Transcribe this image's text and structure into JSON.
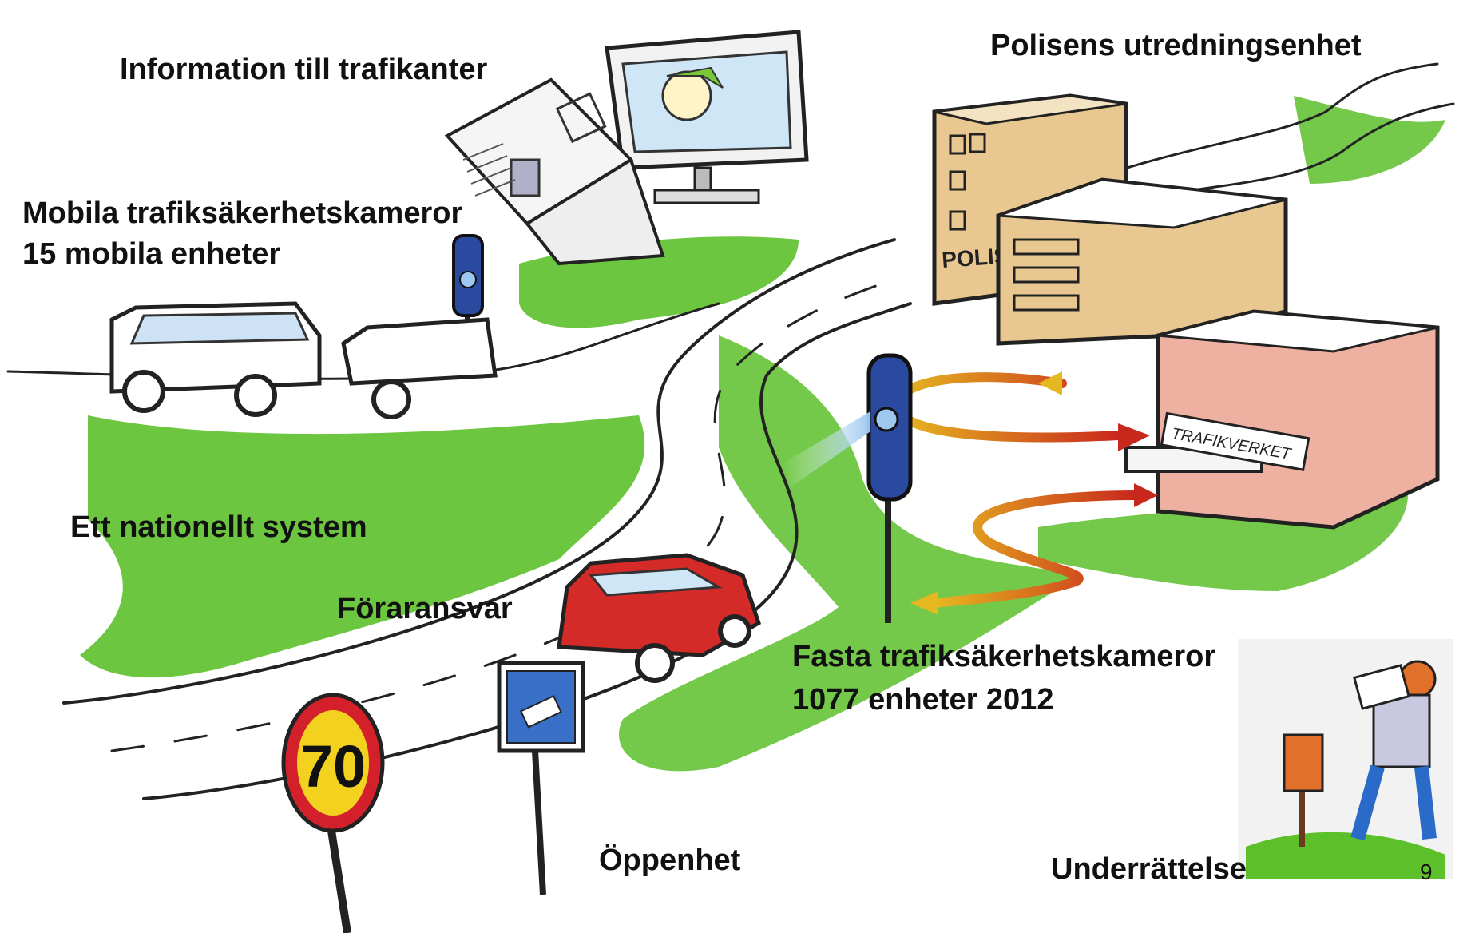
{
  "labels": {
    "information": "Information till trafikanter",
    "polisens": "Polisens utredningsenhet",
    "mobila_line1": "Mobila trafiksäkerhetskameror",
    "mobila_line2": "15 mobila enheter",
    "nationellt": "Ett nationellt system",
    "foraransvar": "Föraransvar",
    "fasta_line1": "Fasta trafiksäkerhetskameror",
    "fasta_line2": "1077 enheter 2012",
    "oppenhet": "Öppenhet",
    "underrattelse": "Underrättelse"
  },
  "page_number": "9",
  "signs": {
    "speed_limit": "70",
    "police_building": "POLIS",
    "trafikverket_sign": "TRAFIKVERKET"
  },
  "colors": {
    "grass": "#5cc02a",
    "road_line": "#222222",
    "police_building": "#e8c890",
    "trafikverket_building": "#eeb0a0",
    "camera_blue": "#2a4aa0",
    "car_red": "#d42a28",
    "arrow_yellow": "#e6b820",
    "arrow_red": "#c8281c"
  },
  "icons": [
    "van-icon",
    "trailer-camera-icon",
    "monitor-icon",
    "newspaper-icon",
    "speed-camera-icon",
    "car-icon",
    "camera-sign-icon",
    "speed-limit-sign-icon",
    "mailbox-person-icon"
  ]
}
